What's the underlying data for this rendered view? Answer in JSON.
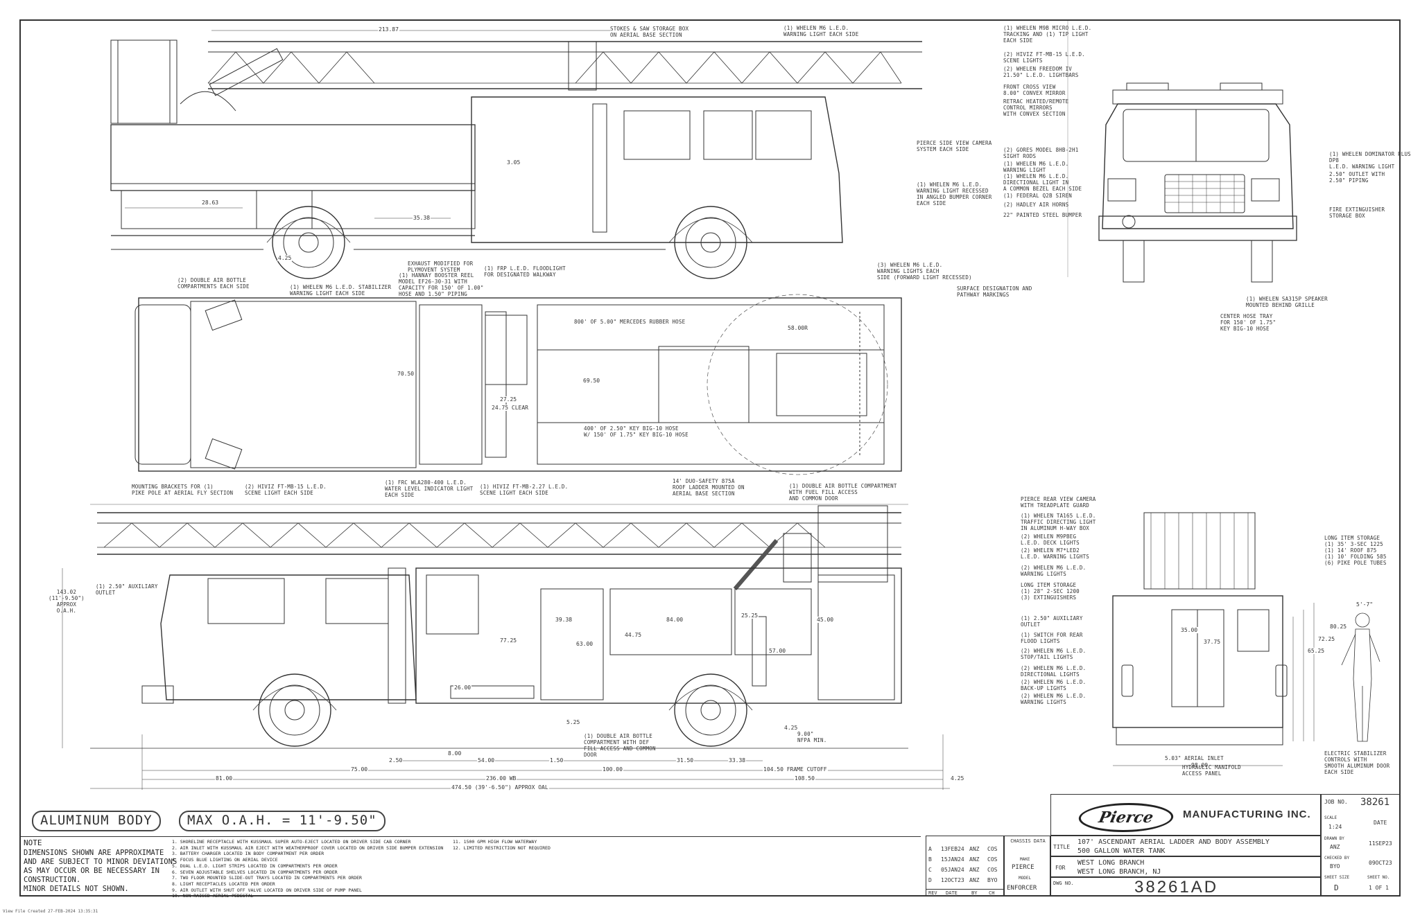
{
  "footer_stamp": "View File Created 27-FEB-2024 13:35:31",
  "body_type": "ALUMINUM BODY",
  "max_oah": "MAX O.A.H. = 11'-9.50\"",
  "notes": {
    "heading": "NOTE",
    "main": "DIMENSIONS SHOWN ARE APPROXIMATE\nAND ARE SUBJECT TO MINOR DEVIATIONS\nAS MAY OCCUR OR BE NECESSARY IN\nCONSTRUCTION.\nMINOR DETAILS NOT SHOWN.",
    "list_a": [
      "1. SHORELINE RECEPTACLE WITH KUSSMAUL SUPER AUTO-EJECT LOCATED ON DRIVER SIDE CAB CORNER",
      "2. AIR INLET WITH KUSSMAUL AIR EJECT WITH WEATHERPROOF COVER LOCATED ON DRIVER SIDE BUMPER EXTENSION",
      "3. BATTERY CHARGER LOCATED IN BODY COMPARTMENT PER ORDER",
      "4. FOCUS BLUE LIGHTING ON AERIAL DEVICE",
      "5. DUAL L.E.D. LIGHT STRIPS LOCATED IN COMPARTMENTS PER ORDER",
      "6. SEVEN ADJUSTABLE SHELVES LOCATED IN COMPARTMENTS PER ORDER",
      "7. TWO FLOOR MOUNTED SLIDE-OUT TRAYS LOCATED IN COMPARTMENTS PER ORDER",
      "8. LIGHT RECEPTACLES LOCATED PER ORDER",
      "9. AIR OUTLET WITH SHUT OFF VALVE LOCATED ON DRIVER SIDE OF PUMP PANEL",
      "10. NON-RAISED AERIAL PEDESTAL"
    ],
    "list_b": [
      "11. 1500 GPM HIGH FLOW WATERWAY",
      "12. LIMITED RESTRICTION NOT REQUIRED"
    ]
  },
  "title_block": {
    "company": "MANUFACTURING INC.",
    "logo": "Pierce",
    "job_no_label": "JOB NO.",
    "job_no": "38261",
    "scale_label": "SCALE",
    "scale": "1:24",
    "date_label": "DATE",
    "drawn_by_label": "DRAWN BY",
    "drawn_by": "ANZ",
    "drawn_date": "11SEP23",
    "checked_by_label": "CHECKED BY",
    "checked_by": "BYO",
    "checked_date": "09OCT23",
    "sheet_size_label": "SHEET SIZE",
    "sheet_size": "D",
    "sheet_no_label": "SHEET NO.",
    "sheet_no": "1 OF 1",
    "title_label": "TITLE",
    "title_1": "107' ASCENDANT AERIAL LADDER AND BODY ASSEMBLY",
    "title_2": "500 GALLON WATER TANK",
    "chassis_label": "CHASSIS DATA",
    "make_label": "MAKE",
    "make": "PIERCE",
    "model_label": "MODEL",
    "model": "ENFORCER",
    "for_label": "FOR",
    "for_1": "WEST LONG BRANCH",
    "for_2": "WEST LONG BRANCH, NJ",
    "dwg_label": "DWG NO.",
    "dwg_no": "38261AD",
    "rev_headers": [
      "REV",
      "DATE",
      "BY",
      "CH"
    ],
    "revisions": [
      {
        "rev": "A",
        "date": "13FEB24",
        "by": "ANZ",
        "ch": "COS"
      },
      {
        "rev": "B",
        "date": "15JAN24",
        "by": "ANZ",
        "ch": "COS"
      },
      {
        "rev": "C",
        "date": "05JAN24",
        "by": "ANZ",
        "ch": "COS"
      },
      {
        "rev": "D",
        "date": "12OCT23",
        "by": "ANZ",
        "ch": "BYO"
      }
    ]
  },
  "dims": {
    "d1": "213.87",
    "d2": "28.63",
    "d3": "35.38",
    "d4": "4.25",
    "d5": "3.05",
    "d6": "70.50",
    "d7": "69.50",
    "d8": "27.25",
    "d9": "24.75 CLEAR",
    "d10": "58.00R",
    "d11": "143.02\n(11'-9.50\")\nAPPROX\nO.A.H.",
    "d12": "39.38",
    "d13": "63.00",
    "d14": "84.00",
    "d15": "44.75",
    "d16": "25.25",
    "d17": "45.00",
    "d18": "57.00",
    "d19": "77.25",
    "d20": "26.00",
    "d21": "5.25",
    "d22": "4.25",
    "d23": "9.00\"\nNFPA MIN.",
    "d24": "2.50",
    "d25": "8.00",
    "d26": "54.00",
    "d27": "1.50",
    "d28": "100.00",
    "d29": "31.50",
    "d30": "33.38",
    "d31": "75.00",
    "d32": "236.00 WB",
    "d33": "104.50 FRAME CUTOFF",
    "d34": "81.00",
    "d35": "108.50",
    "d36": "474.50 (39'-6.50\") APPROX OAL",
    "d37": "4.25",
    "d38": "35.00",
    "d39": "37.75",
    "d40": "80.25",
    "d41": "72.25",
    "d42": "65.25",
    "d43": "98.00",
    "d44": "5'-7\"",
    "d45": "5.03\" AERIAL INLET"
  },
  "callouts": {
    "c1": "STOKES & SAW STORAGE BOX\nON AERIAL BASE SECTION",
    "c2": "(1) WHELEN M6 L.E.D.\nWARNING LIGHT EACH SIDE",
    "c3": "(1) WHELEN M9B MICRO L.E.D.\nTRACKING AND (1) TIP LIGHT\nEACH SIDE",
    "c4": "PIERCE SIDE VIEW CAMERA\nSYSTEM EACH SIDE",
    "c5": "(1) WHELEN M6 L.E.D.\nWARNING LIGHT RECESSED\nIN ANGLED BUMPER CORNER\nEACH SIDE",
    "c6": "(3) WHELEN M6 L.E.D.\nWARNING LIGHTS EACH\nSIDE (FORWARD LIGHT RECESSED)",
    "c7": "EXHAUST MODIFIED FOR\nPLYMOVENT SYSTEM",
    "c8": "(1) HANNAY BOOSTER REEL\nMODEL EF26-30-31 WITH\nCAPACITY FOR 150' OF 1.00\"\nHOSE AND 1.50\" PIPING",
    "c9": "(1) FRP L.E.D. FLOODLIGHT\nFOR DESIGNATED WALKWAY",
    "c10": "(2) DOUBLE AIR BOTTLE\nCOMPARTMENTS EACH SIDE",
    "c11": "(1) WHELEN M6 L.E.D. STABILIZER\nWARNING LIGHT EACH SIDE",
    "c12": "SURFACE DESIGNATION AND\nPATHWAY MARKINGS",
    "c13": "800' OF 5.00\" MERCEDES RUBBER HOSE",
    "c14": "400' OF 2.50\" KEY BIG-10 HOSE\nW/ 150' OF 1.75\" KEY BIG-10 HOSE",
    "c15": "(2) HIVIZ FT-MB-15 L.E.D.\nSCENE LIGHTS",
    "c16": "(2) WHELEN FREEDOM IV\n21.50\" L.E.D. LIGHTBARS",
    "c17": "FRONT CROSS VIEW\n8.00\" CONVEX MIRROR",
    "c18": "RETRAC HEATED/REMOTE\nCONTROL MIRRORS\nWITH CONVEX SECTION",
    "c19": "(2) GORES MODEL 8HB-2H1\nSIGHT RODS",
    "c20": "(1) WHELEN M6 L.E.D.\nWARNING LIGHT",
    "c21": "(1) WHELEN M6 L.E.D.\nDIRECTIONAL LIGHT IN\nA COMMON BEZEL EACH SIDE",
    "c22": "(1) FEDERAL Q2B SIREN",
    "c23": "(2) HADLEY AIR HORNS",
    "c24": "22\" PAINTED STEEL BUMPER",
    "c25": "(1) WHELEN DOMINATOR PLUS DP8\nL.E.D. WARNING LIGHT",
    "c26": "2.50\" OUTLET WITH\n2.50\" PIPING",
    "c27": "FIRE EXTINGUISHER\nSTORAGE BOX",
    "c28": "(1) WHELEN SA315P SPEAKER\nMOUNTED BEHIND GRILLE",
    "c29": "CENTER HOSE TRAY\nFOR 150' OF 1.75\"\nKEY BIG-10 HOSE",
    "c30": "MOUNTING BRACKETS FOR (1)\nPIKE POLE AT AERIAL FLY SECTION",
    "c31": "(2) HIVIZ FT-MB-15 L.E.D.\nSCENE LIGHT EACH SIDE",
    "c32": "(1) FRC WLA280-400 L.E.D.\nWATER LEVEL INDICATOR LIGHT\nEACH SIDE",
    "c33": "(1) HIVIZ FT-MB-2.27 L.E.D.\nSCENE LIGHT EACH SIDE",
    "c34": "14' DUO-SAFETY 875A\nROOF LADDER MOUNTED ON\nAERIAL BASE SECTION",
    "c35": "(1) DOUBLE AIR BOTTLE COMPARTMENT\nWITH FUEL FILL ACCESS\nAND COMMON DOOR",
    "c36": "(1) 2.50\" AUXILIARY\nOUTLET",
    "c37": "(1) DOUBLE AIR BOTTLE\nCOMPARTMENT WITH DEF\nFILL ACCESS AND COMMON\nDOOR",
    "c38": "PIERCE REAR VIEW CAMERA\nWITH TREADPLATE GUARD",
    "c39": "(1) WHELEN TA165 L.E.D.\nTRAFFIC DIRECTING LIGHT\nIN ALUMINUM H-WAY BOX",
    "c40": "(2) WHELEN M9PBEG\nL.E.D. DECK LIGHTS",
    "c41": "(2) WHELEN M7*LED2\nL.E.D. WARNING LIGHTS",
    "c42": "(2) WHELEN M6 L.E.D.\nWARNING LIGHTS",
    "c43": "LONG ITEM STORAGE\n(1) 28\" 2-SEC 1200\n(3) EXTINGUISHERS",
    "c44": "(1) 2.50\" AUXILIARY\nOUTLET",
    "c45": "(1) SWITCH FOR REAR\nFLOOD LIGHTS",
    "c46": "(2) WHELEN M6 L.E.D.\nSTOP/TAIL LIGHTS",
    "c47": "(2) WHELEN M6 L.E.D.\nDIRECTIONAL LIGHTS",
    "c48": "(2) WHELEN M6 L.E.D.\nBACK-UP LIGHTS",
    "c49": "(2) WHELEN M6 L.E.D.\nWARNING LIGHTS",
    "c50": "LONG ITEM STORAGE\n(1) 35' 3-SEC 1225\n(1) 14' ROOF 875\n(1) 10' FOLDING 585\n(6) PIKE POLE TUBES",
    "c51": "ELECTRIC STABILIZER\nCONTROLS WITH\nSMOOTH ALUMINUM DOOR\nEACH SIDE",
    "c52": "HYDRAULIC MANIFOLD\nACCESS PANEL"
  },
  "colors": {
    "line": "#333333",
    "paper": "#ffffff"
  }
}
